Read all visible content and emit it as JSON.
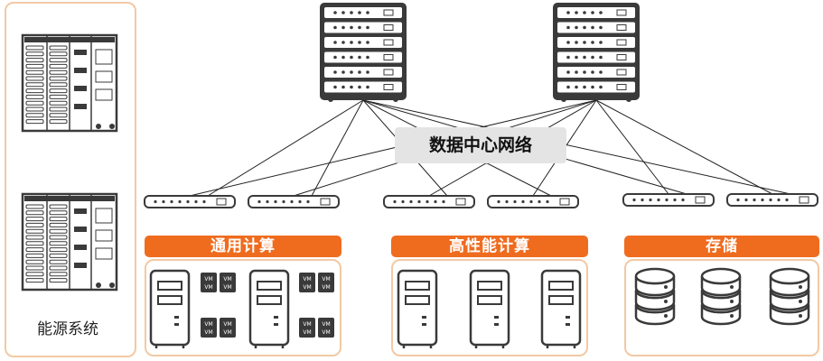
{
  "energy": {
    "label": "能源系统"
  },
  "network": {
    "label": "数据中心网络"
  },
  "groups": {
    "general": {
      "label": "通用计算"
    },
    "hpc": {
      "label": "高性能计算"
    },
    "storage": {
      "label": "存储"
    }
  },
  "vm_chip_label": "VM",
  "colors": {
    "accent": "#ef6c1f",
    "panel_border": "#f2c9a4",
    "device": "#3a3a3a",
    "net_label_bg": "#e4e4e4"
  }
}
